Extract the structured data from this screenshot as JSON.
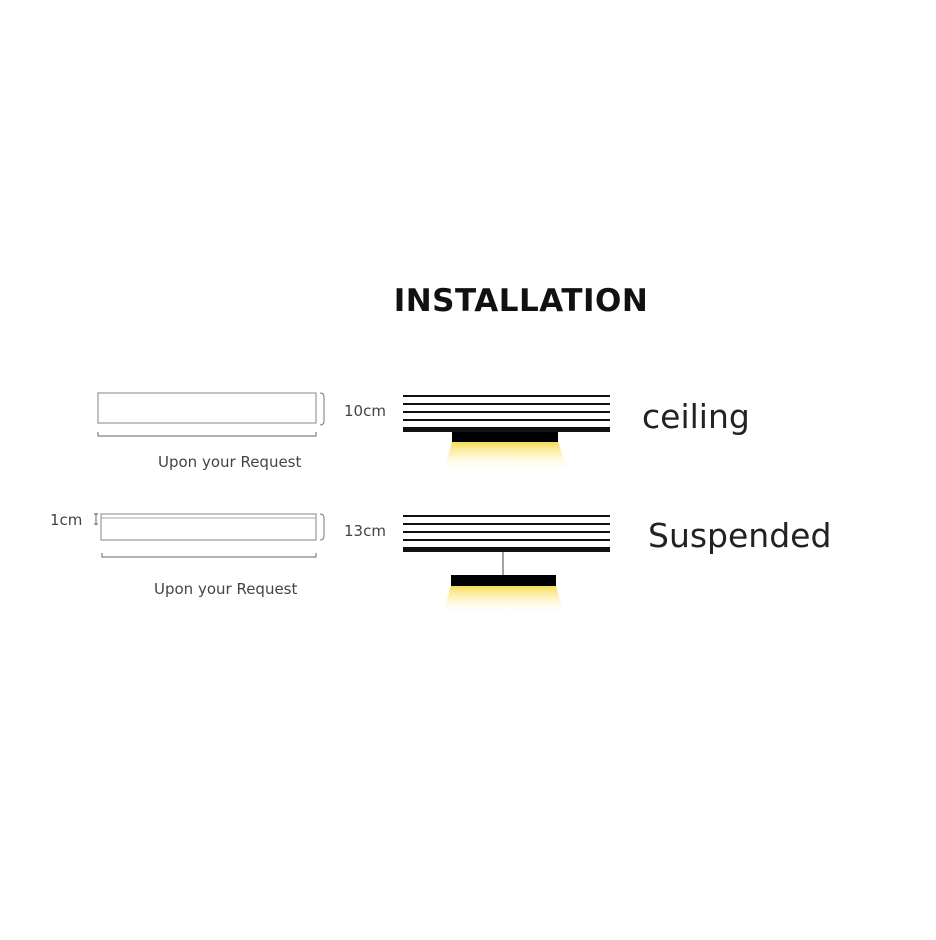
{
  "title": "INSTALLATION",
  "rows": [
    {
      "height_label": "10cm",
      "length_label": "Upon your Request",
      "mode_label": "ceiling"
    },
    {
      "thickness_label": "1cm",
      "height_label": "13cm",
      "length_label": "Upon your Request",
      "mode_label": "Suspended"
    }
  ],
  "colors": {
    "light": "#f7dd55",
    "fixture": "#000000",
    "outline": "#999999"
  }
}
